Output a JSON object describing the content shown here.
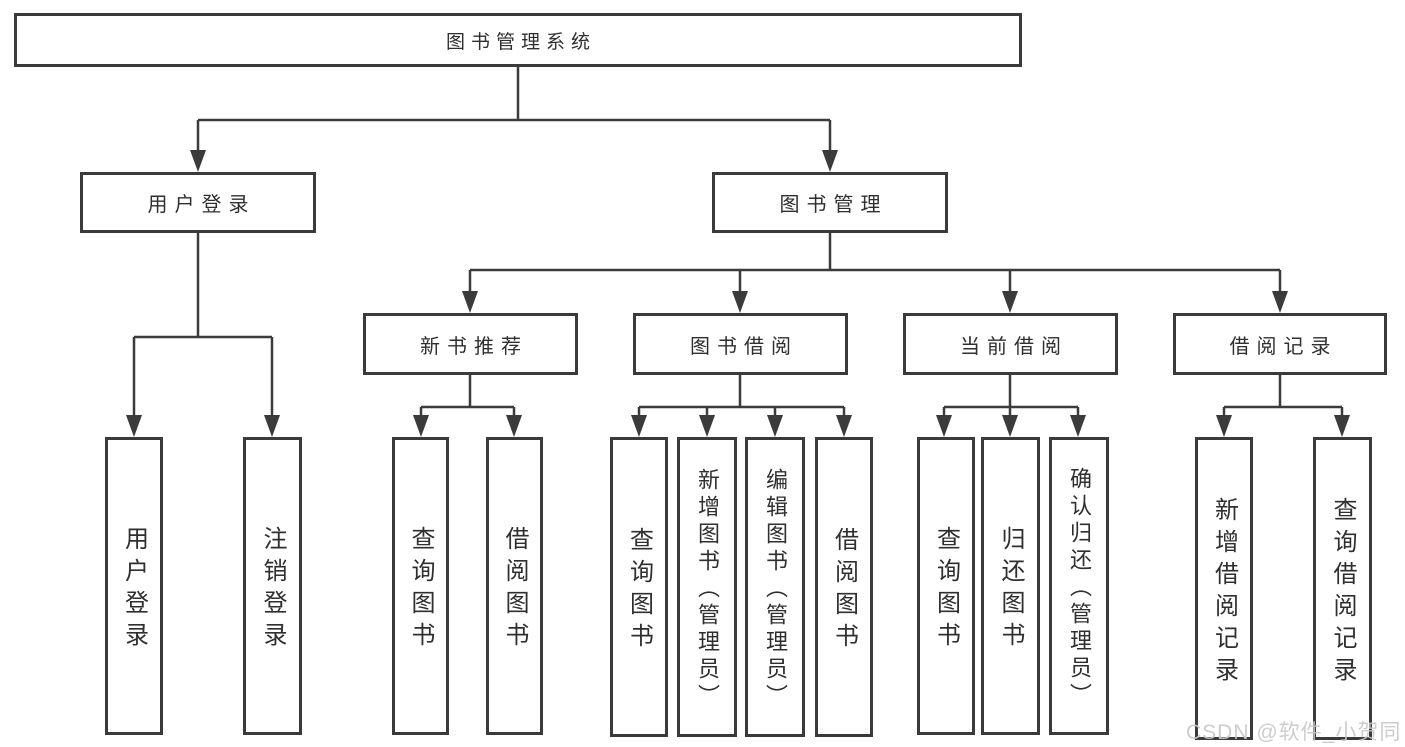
{
  "diagram": {
    "type": "hierarchy-tree",
    "colors": {
      "line": "#3b3b3b",
      "box_border": "#3a3a3a",
      "text": "#2f2f2f",
      "watermark": "#c9c9c9",
      "background": "#ffffff"
    }
  },
  "nodes": {
    "root": "图书管理系统",
    "user-login": "用户登录",
    "book-mgmt": "图书管理",
    "new-book-rec": "新书推荐",
    "book-borrow": "图书借阅",
    "current-borrow": "当前借阅",
    "borrow-records": "借阅记录",
    "leaf-user-login": "用户登录",
    "leaf-logout": "注销登录",
    "leaf-query-book-1": "查询图书",
    "leaf-borrow-book-1": "借阅图书",
    "leaf-query-book-2": "查询图书",
    "leaf-add-book": "新增图书（管理员）",
    "leaf-edit-book": "编辑图书（管理员）",
    "leaf-borrow-book-2": "借阅图书",
    "leaf-query-book-3": "查询图书",
    "leaf-return-book": "归还图书",
    "leaf-confirm-return": "确认归还（管理员）",
    "leaf-add-borrow-record": "新增借阅记录",
    "leaf-query-borrow-record": "查询借阅记录"
  },
  "hierarchy": {
    "图书管理系统": {
      "用户登录": [
        "用户登录",
        "注销登录"
      ],
      "图书管理": {
        "新书推荐": [
          "查询图书",
          "借阅图书"
        ],
        "图书借阅": [
          "查询图书",
          "新增图书（管理员）",
          "编辑图书（管理员）",
          "借阅图书"
        ],
        "当前借阅": [
          "查询图书",
          "归还图书",
          "确认归还（管理员）"
        ],
        "借阅记录": [
          "新增借阅记录",
          "查询借阅记录"
        ]
      }
    }
  },
  "watermark": "CSDN @软件_小贺同学"
}
